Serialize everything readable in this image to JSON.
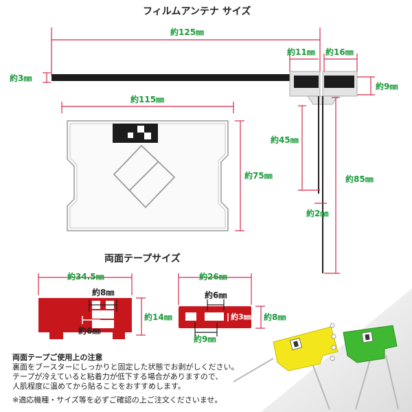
{
  "titles": {
    "film_size": "フィルムアンテナ サイズ",
    "tape_size": "両面テープサイズ"
  },
  "dims": {
    "d125": "約125㎜",
    "d11": "約11㎜",
    "d16": "約16㎜",
    "d3": "約3㎜",
    "d9": "約9㎜",
    "d115": "約115㎜",
    "d75": "約75㎜",
    "d45": "約45㎜",
    "d85": "約85㎜",
    "d2": "約2㎜",
    "t345": "約34.5㎜",
    "t8": "約8㎜",
    "t6": "約6㎜",
    "t14": "約14㎜",
    "t26": "約26㎜",
    "t6b": "約6㎜",
    "t3": "約3㎜",
    "t8b": "約8㎜",
    "t9": "約9㎜"
  },
  "notes": {
    "title": "両面テープご使用上の注意",
    "line1": "裏面をブースターにしっかりと固定した状態でお剥がしください。",
    "line2": "テープが冷えていると粘着力が低下する場合がありますので、",
    "line3": "人肌程度に温めてから貼ることをおすすめします。",
    "footer": "※適応機種・サイズ等を必ずご確認の上ご注文くださいませ。"
  },
  "colors": {
    "dimension_green": "#1a9a3a",
    "dimension_red": "#d6284a",
    "tape_red": "#c8161d",
    "booster_yellow": "#f3e61a",
    "booster_green": "#3fb832"
  }
}
